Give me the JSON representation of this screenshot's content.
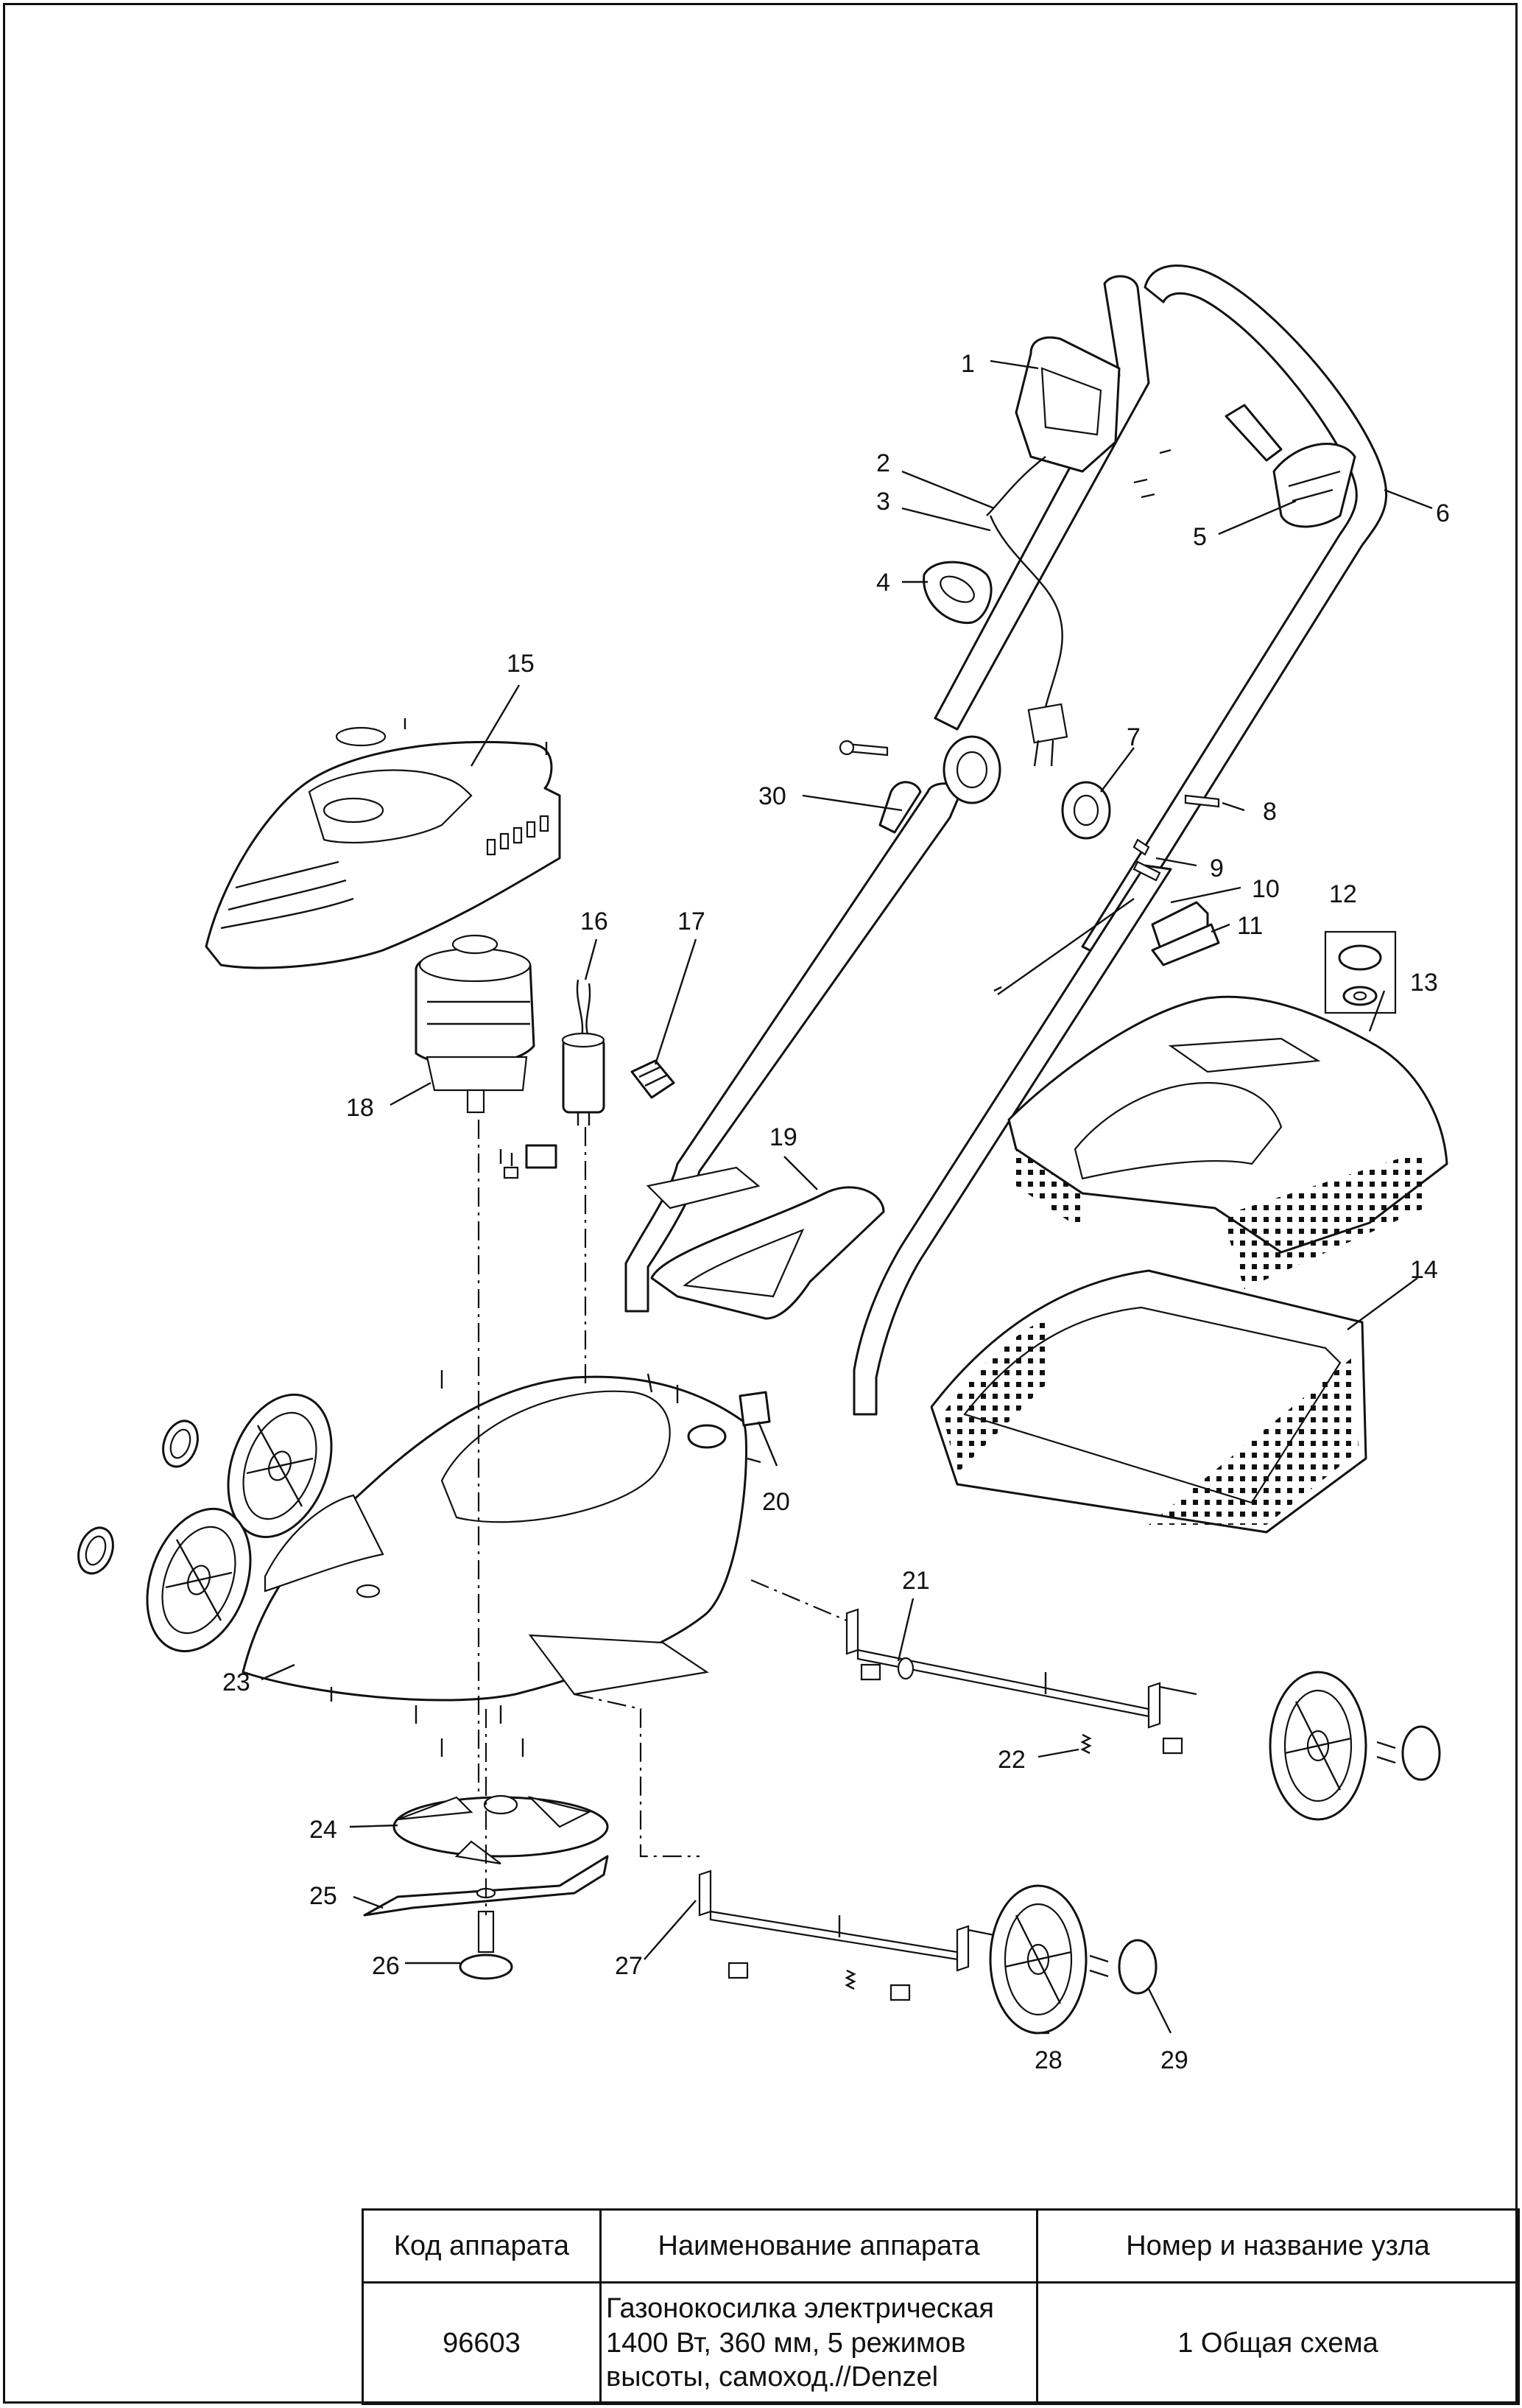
{
  "callouts": [
    {
      "n": "1",
      "label": "1"
    },
    {
      "n": "2",
      "label": "2"
    },
    {
      "n": "3",
      "label": "3"
    },
    {
      "n": "4",
      "label": "4"
    },
    {
      "n": "5",
      "label": "5"
    },
    {
      "n": "6",
      "label": "6"
    },
    {
      "n": "7",
      "label": "7"
    },
    {
      "n": "8",
      "label": "8"
    },
    {
      "n": "9",
      "label": "9"
    },
    {
      "n": "10",
      "label": "10"
    },
    {
      "n": "11",
      "label": "11"
    },
    {
      "n": "12",
      "label": "12"
    },
    {
      "n": "13",
      "label": "13"
    },
    {
      "n": "14",
      "label": "14"
    },
    {
      "n": "15",
      "label": "15"
    },
    {
      "n": "16",
      "label": "16"
    },
    {
      "n": "17",
      "label": "17"
    },
    {
      "n": "18",
      "label": "18"
    },
    {
      "n": "19",
      "label": "19"
    },
    {
      "n": "20",
      "label": "20"
    },
    {
      "n": "21",
      "label": "21"
    },
    {
      "n": "22",
      "label": "22"
    },
    {
      "n": "23",
      "label": "23"
    },
    {
      "n": "24",
      "label": "24"
    },
    {
      "n": "25",
      "label": "25"
    },
    {
      "n": "26",
      "label": "26"
    },
    {
      "n": "27",
      "label": "27"
    },
    {
      "n": "28",
      "label": "28"
    },
    {
      "n": "29",
      "label": "29"
    },
    {
      "n": "30",
      "label": "30"
    }
  ],
  "table": {
    "headers": {
      "code": "Код аппарата",
      "name": "Наименование аппарата",
      "node": "Номер и название узла"
    },
    "row": {
      "code": "96603",
      "name_line1": "Газонокосилка электрическая",
      "name_line2": "1400 Вт, 360 мм, 5 режимов",
      "name_line3": "высоты, самоход.//Denzel",
      "node": "1 Общая схема"
    }
  }
}
